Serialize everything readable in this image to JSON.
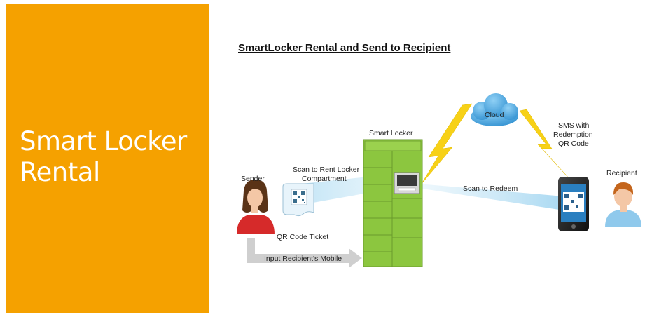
{
  "slide": {
    "title": "Smart Locker Rental",
    "panel_color": "#f5a100"
  },
  "diagram": {
    "title": "SmartLocker Rental and Send to Recipient",
    "labels": {
      "cloud": "Cloud",
      "smart_locker": "Smart Locker",
      "sender": "Sender",
      "recipient": "Recipient",
      "scan_to_rent_line1": "Scan to Rent Locker",
      "scan_to_rent_line2": "Compartment",
      "sms_line1": "SMS with",
      "sms_line2": "Redemption",
      "sms_line3": "QR Code",
      "scan_to_redeem": "Scan to Redeem",
      "qr_ticket": "QR Code Ticket",
      "input_mobile": "Input Recipient's Mobile"
    },
    "colors": {
      "locker_green": "#8cc63f",
      "cloud_blue": "#4da6e0",
      "lightning_yellow": "#f7d117",
      "scan_beam": "#bfe3f5",
      "arrow_gray": "#c8c8c8"
    },
    "icons": [
      "cloud-icon",
      "locker-icon",
      "sender-person-icon",
      "recipient-person-icon",
      "phone-icon",
      "qr-ticket-icon",
      "lightning-icon"
    ]
  }
}
